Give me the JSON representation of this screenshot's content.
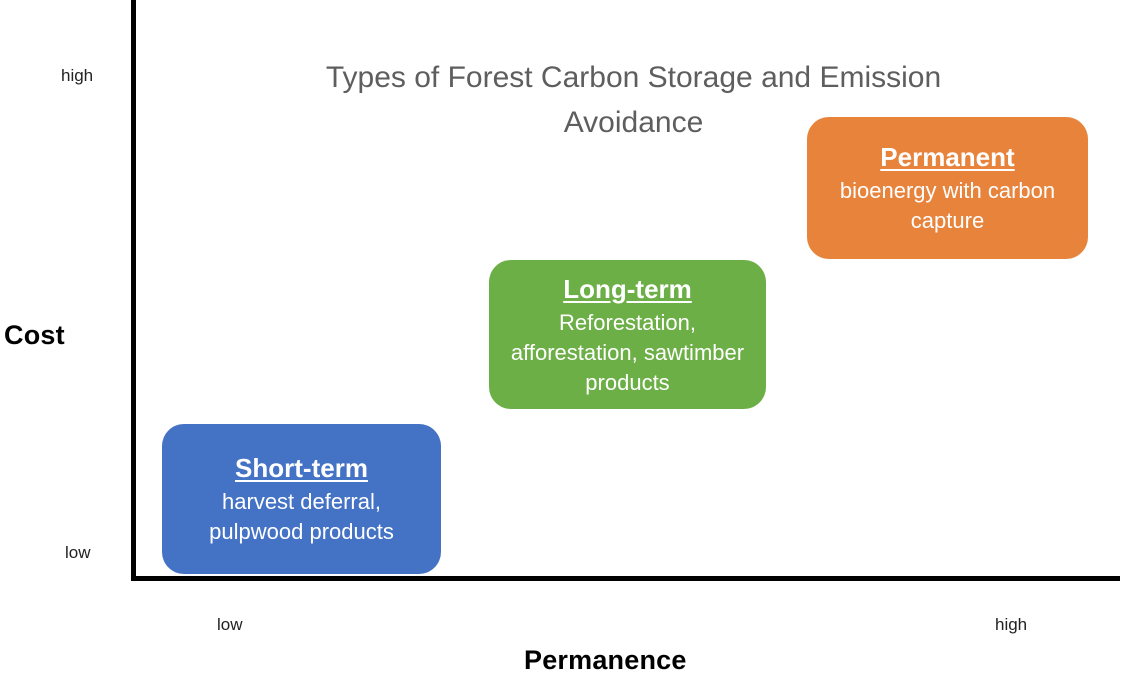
{
  "chart_data": {
    "type": "scatter",
    "title": "Types of Forest Carbon Storage and Emission Avoidance",
    "title_line_1": "Types of Forest Carbon Storage and Emission",
    "title_line_2": "Avoidance",
    "xlabel": "Permanence",
    "ylabel": "Cost",
    "x_tick_labels": [
      "low",
      "high"
    ],
    "y_tick_labels": [
      "low",
      "high"
    ],
    "grid": false,
    "legend": "none",
    "axis_color": "#000000",
    "title_color": "#5E5E5E",
    "categories": [
      {
        "id": "short-term",
        "heading": "Short-term",
        "description": "harvest deferral, pulpwood products",
        "color": "#4472C4",
        "permanence": "low",
        "cost": "low"
      },
      {
        "id": "long-term",
        "heading": "Long-term",
        "description": "Reforestation, afforestation, sawtimber products",
        "color": "#6CAF46",
        "permanence": "medium",
        "cost": "medium"
      },
      {
        "id": "permanent",
        "heading": "Permanent",
        "description": "bioenergy with carbon capture",
        "color": "#E8833C",
        "permanence": "high",
        "cost": "high"
      }
    ]
  }
}
